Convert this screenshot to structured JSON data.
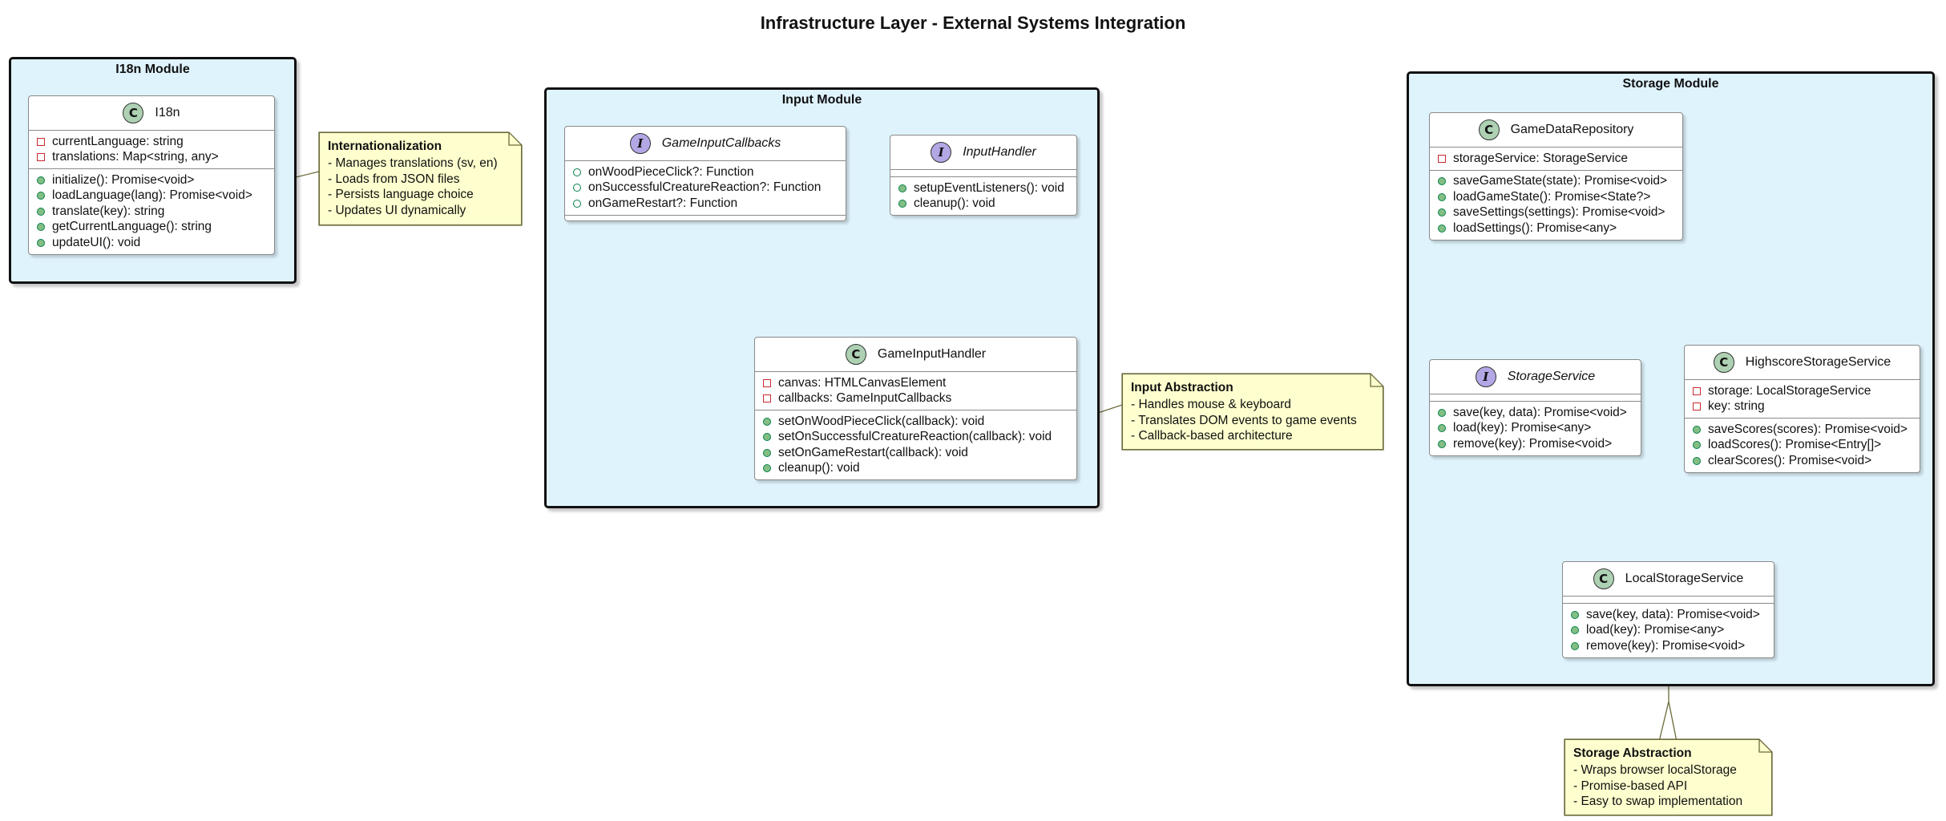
{
  "title": "Infrastructure Layer - External Systems Integration",
  "packages": {
    "i18n": {
      "title": "I18n Module"
    },
    "input": {
      "title": "Input Module"
    },
    "storage": {
      "title": "Storage Module"
    }
  },
  "classes": {
    "i18n": {
      "stereotype": "C",
      "name": "I18n",
      "fields": [
        "currentLanguage: string",
        "translations: Map<string, any>"
      ],
      "methods": [
        "initialize(): Promise<void>",
        "loadLanguage(lang): Promise<void>",
        "translate(key): string",
        "getCurrentLanguage(): string",
        "updateUI(): void"
      ]
    },
    "game_input_callbacks": {
      "stereotype": "I",
      "name": "GameInputCallbacks",
      "fields": [
        "onWoodPieceClick?: Function",
        "onSuccessfulCreatureReaction?: Function",
        "onGameRestart?: Function"
      ]
    },
    "input_handler": {
      "stereotype": "I",
      "name": "InputHandler",
      "methods": [
        "setupEventListeners(): void",
        "cleanup(): void"
      ]
    },
    "game_input_handler": {
      "stereotype": "C",
      "name": "GameInputHandler",
      "fields": [
        "canvas: HTMLCanvasElement",
        "callbacks: GameInputCallbacks"
      ],
      "methods": [
        "setOnWoodPieceClick(callback): void",
        "setOnSuccessfulCreatureReaction(callback): void",
        "setOnGameRestart(callback): void",
        "cleanup(): void"
      ]
    },
    "game_data_repository": {
      "stereotype": "C",
      "name": "GameDataRepository",
      "fields": [
        "storageService: StorageService"
      ],
      "methods": [
        "saveGameState(state): Promise<void>",
        "loadGameState(): Promise<State?>",
        "saveSettings(settings): Promise<void>",
        "loadSettings(): Promise<any>"
      ]
    },
    "storage_service": {
      "stereotype": "I",
      "name": "StorageService",
      "methods": [
        "save(key, data): Promise<void>",
        "load(key): Promise<any>",
        "remove(key): Promise<void>"
      ]
    },
    "highscore_storage_service": {
      "stereotype": "C",
      "name": "HighscoreStorageService",
      "fields": [
        "storage: LocalStorageService",
        "key: string"
      ],
      "methods": [
        "saveScores(scores): Promise<void>",
        "loadScores(): Promise<Entry[]>",
        "clearScores(): Promise<void>"
      ]
    },
    "local_storage_service": {
      "stereotype": "C",
      "name": "LocalStorageService",
      "methods": [
        "save(key, data): Promise<void>",
        "load(key): Promise<any>",
        "remove(key): Promise<void>"
      ]
    }
  },
  "notes": {
    "internationalization": {
      "title": "Internationalization",
      "lines": [
        "- Manages translations (sv, en)",
        "- Loads from JSON files",
        "- Persists language choice",
        "- Updates UI dynamically"
      ]
    },
    "input_abstraction": {
      "title": "Input Abstraction",
      "lines": [
        "- Handles mouse & keyboard",
        "- Translates DOM events to game events",
        "- Callback-based architecture"
      ]
    },
    "storage_abstraction": {
      "title": "Storage Abstraction",
      "lines": [
        "- Wraps browser localStorage",
        "- Promise-based API",
        "- Easy to swap implementation"
      ]
    }
  },
  "colors": {
    "package_fill": "#dff3fc",
    "class_badge": "#add1b2",
    "interface_badge": "#b4a7e5",
    "note_fill": "#fefece",
    "private_marker": "#c82930",
    "public_marker": "#84be84"
  }
}
